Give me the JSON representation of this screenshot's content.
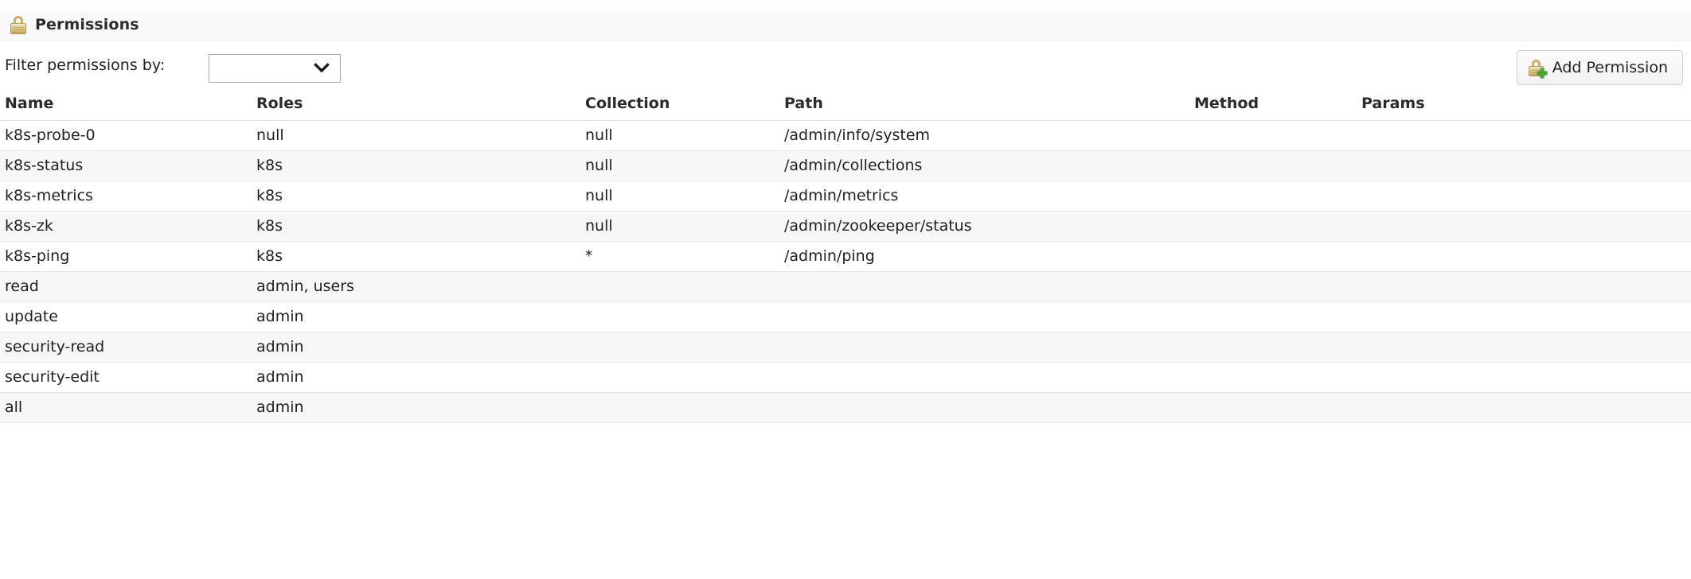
{
  "header": {
    "title": "Permissions",
    "icon": "lock-icon"
  },
  "toolbar": {
    "filter_label": "Filter permissions by:",
    "filter_value": "",
    "filter_placeholder": "",
    "filter_options": [
      ""
    ],
    "add_button_label": "Add Permission",
    "add_button_icon": "lock-plus-icon"
  },
  "colors": {
    "header_bg": "#f9f9f9",
    "row_alt_bg": "#f7f7f7",
    "border": "#e8e8e8",
    "text": "#1f1f1f",
    "lock_gold": "#c8ad64",
    "plus_green": "#4da832"
  },
  "table": {
    "columns": [
      "Name",
      "Roles",
      "Collection",
      "Path",
      "Method",
      "Params"
    ],
    "rows": [
      {
        "name": "k8s-probe-0",
        "roles": "null",
        "collection": "null",
        "path": "/admin/info/system",
        "method": "",
        "params": ""
      },
      {
        "name": "k8s-status",
        "roles": "k8s",
        "collection": "null",
        "path": "/admin/collections",
        "method": "",
        "params": ""
      },
      {
        "name": "k8s-metrics",
        "roles": "k8s",
        "collection": "null",
        "path": "/admin/metrics",
        "method": "",
        "params": ""
      },
      {
        "name": "k8s-zk",
        "roles": "k8s",
        "collection": "null",
        "path": "/admin/zookeeper/status",
        "method": "",
        "params": ""
      },
      {
        "name": "k8s-ping",
        "roles": "k8s",
        "collection": "*",
        "path": "/admin/ping",
        "method": "",
        "params": ""
      },
      {
        "name": "read",
        "roles": "admin, users",
        "collection": "",
        "path": "",
        "method": "",
        "params": ""
      },
      {
        "name": "update",
        "roles": "admin",
        "collection": "",
        "path": "",
        "method": "",
        "params": ""
      },
      {
        "name": "security-read",
        "roles": "admin",
        "collection": "",
        "path": "",
        "method": "",
        "params": ""
      },
      {
        "name": "security-edit",
        "roles": "admin",
        "collection": "",
        "path": "",
        "method": "",
        "params": ""
      },
      {
        "name": "all",
        "roles": "admin",
        "collection": "",
        "path": "",
        "method": "",
        "params": ""
      }
    ]
  }
}
